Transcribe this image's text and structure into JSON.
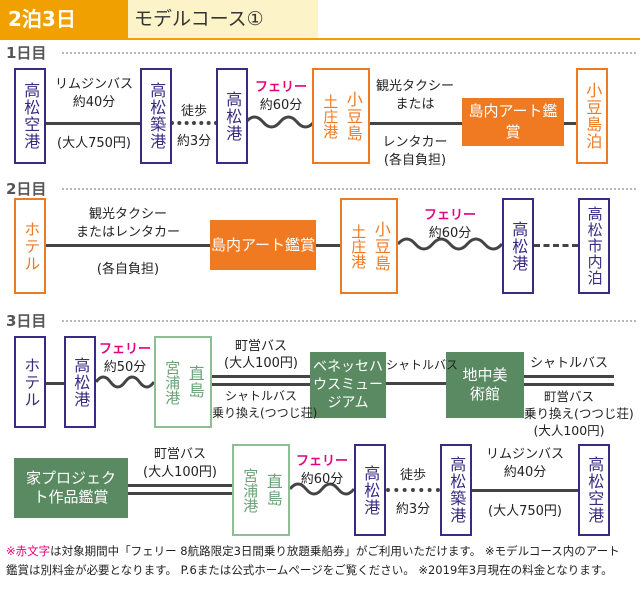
{
  "header": {
    "num": "2",
    "days": "泊3日",
    "title": "モデルコース①"
  },
  "days": [
    "1日目",
    "2日目",
    "3日目"
  ],
  "day1": {
    "n1": "高松空港",
    "n2": "高松築港",
    "n3": "高松港",
    "n4a": "小豆島",
    "n4b": "土庄港",
    "n5": "島内アート鑑賞",
    "n6": "小豆島泊",
    "e1a": "リムジンバス",
    "e1b": "約40分",
    "e1c": "(大人750円)",
    "e2a": "徒歩",
    "e2b": "約3分",
    "e3a": "フェリー",
    "e3b": "約60分",
    "e4a": "観光タクシー",
    "e4b": "または",
    "e4c": "レンタカー",
    "e4d": "(各自負担)"
  },
  "day2": {
    "n1": "ホテル",
    "n2": "島内アート鑑賞",
    "n3a": "小豆島",
    "n3b": "土庄港",
    "n4": "高松港",
    "n5": "高松市内泊",
    "e1a": "観光タクシー",
    "e1b": "またはレンタカー",
    "e1c": "(各自負担)",
    "e2a": "フェリー",
    "e2b": "約60分"
  },
  "day3": {
    "n1": "ホテル",
    "n2": "高松港",
    "n3a": "直島",
    "n3b": "宮浦港",
    "n4": "ベネッセハウスミュージアム",
    "n5": "地中美術館",
    "e1a": "フェリー",
    "e1b": "約50分",
    "e2a": "町営バス",
    "e2b": "(大人100円)",
    "e2c": "シャトルバス",
    "e2d": "乗り換え(つつじ荘)",
    "e3": "シャトルバス",
    "e4a": "シャトルバス",
    "e4b": "町営バス",
    "e4c": "乗り換え(つつじ荘)",
    "e4d": "(大人100円)",
    "r2n1": "家プロジェクト作品鑑賞",
    "r2n2a": "直島",
    "r2n2b": "宮浦港",
    "r2n3": "高松港",
    "r2n4": "高松築港",
    "r2n5": "高松空港",
    "r2e1a": "町営バス",
    "r2e1b": "(大人100円)",
    "r2e2a": "フェリー",
    "r2e2b": "約60分",
    "r2e3a": "徒歩",
    "r2e3b": "約3分",
    "r2e4a": "リムジンバス",
    "r2e4b": "約40分",
    "r2e4c": "(大人750円)"
  },
  "footnote": {
    "red": "※赤文字",
    "l1": "は対象期間中「フェリー 8航路限定3日間乗り放題乗船券」がご利用いただけます。 ※モデルコース内のアート",
    "l2": "鑑賞は別料金が必要となります。 P.6または公式ホームページをご覧ください。 ※2019年3月現在の料金となります。"
  }
}
